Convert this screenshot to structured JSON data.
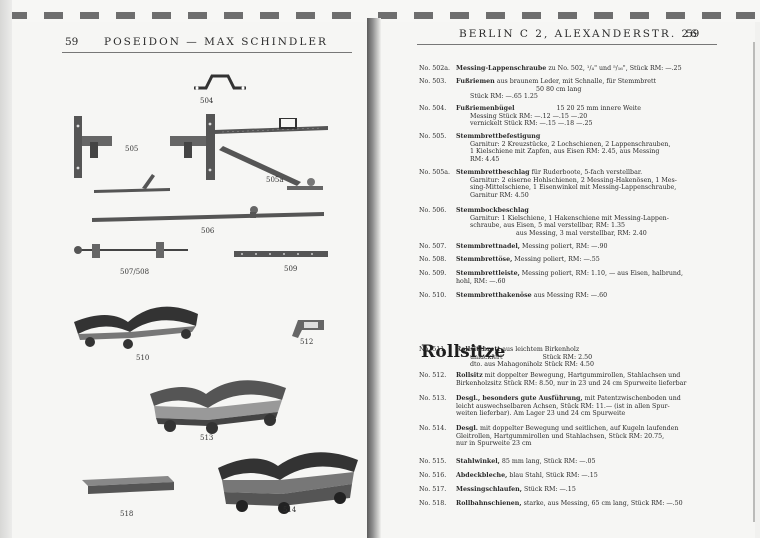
{
  "left_page": {
    "page_number": "59",
    "running_head": "POSEIDON — MAX SCHINDLER",
    "figure_labels": [
      "504",
      "505",
      "505a",
      "506",
      "507/508",
      "509",
      "510",
      "512",
      "513",
      "518",
      "514"
    ]
  },
  "right_page": {
    "running_head": "BERLIN C 2, ALEXANDERSTR. 26",
    "page_number": "59",
    "heading": "Rollsitze",
    "entries": [
      {
        "no": "No. 502a.",
        "title": "Messing-Lappenschraube",
        "lines": [
          "zu No. 502, ¹/₄\" und ⁵/₁₆\", Stück RM: —.25"
        ]
      },
      {
        "no": "No. 503.",
        "title": "Fußriemen",
        "lines": [
          "aus braunem Leder, mit Schnalle, für Stemmbrett",
          "50    80  cm lang",
          "Stück RM:  —.65   1.25"
        ]
      },
      {
        "no": "No. 504.",
        "title": "Fußriemenbügel",
        "lines": [
          "15    20    25 mm innere Weite",
          "Messing    Stück RM: —.12  —.15  —.20",
          "vernickelt  Stück RM: —.15  —.18  —.25"
        ]
      },
      {
        "no": "No. 505.",
        "title": "Stemmbrettbefestigung",
        "lines": [
          "Garnitur: 2 Kreuzstücke, 2 Lochschienen, 2 Lappenschrauben,",
          "1 Kielschiene mit Zapfen, aus Eisen RM: 2.45, aus Messing",
          "RM: 4.45"
        ]
      },
      {
        "no": "No. 505a.",
        "title": "Stemmbrettbeschlag",
        "lines": [
          "für Ruderboote, 5-fach verstellbar.",
          "Garnitur: 2 eiserne Hohlschienen, 2 Messing-Hakenösen, 1 Mes-",
          "sing-Mittelschiene, 1 Eisenwinkel mit Messing-Lappenschraube,",
          "Garnitur RM: 4.50"
        ]
      },
      {
        "no": "No. 506.",
        "title": "Stemmbockbeschlag",
        "lines": [
          "Garnitur: 1 Kielschiene, 1 Hakenschiene mit Messing-Lappen-",
          "schraube, aus Eisen, 5 mal verstellbar, RM: 1.35",
          "aus Messing, 3 mal verstellbar, RM: 2.40"
        ]
      },
      {
        "no": "No. 507.",
        "title": "Stemmbrettnadel,",
        "lines": [
          "Messing poliert, RM: —.90"
        ]
      },
      {
        "no": "No. 508.",
        "title": "Stemmbrettöse,",
        "lines": [
          "Messing poliert, RM: —.55"
        ]
      },
      {
        "no": "No. 509.",
        "title": "Stemmbrettleiste,",
        "lines": [
          "Messing poliert, RM: 1.10, — aus Eisen, halbrund,",
          "hohl, RM: —.60"
        ]
      },
      {
        "no": "No. 510.",
        "title": "Stemmbretthakenöse",
        "lines": [
          "aus Messing RM: —.60"
        ]
      },
      {
        "no": "No. 511.",
        "title": "Rollsitzbrett",
        "lines": [
          "aus leichtem Birkenholz",
          "unlackiert                    Stück RM: 2.50",
          "dto. aus Mahagoniholz Stück RM: 4.50"
        ]
      },
      {
        "no": "No. 512.",
        "title": "Rollsitz",
        "lines": [
          "mit doppelter Bewegung, Hartgummirollen, Stahlachsen und",
          "Birkenholzsitz Stück RM: 8.50, nur in 23 und 24 cm Spurweite lieferbar"
        ]
      },
      {
        "no": "No. 513.",
        "title": "Desgl., besonders gute Ausführung,",
        "lines": [
          "mit Patentzwischenboden und",
          "leicht auswechselbaren Achsen, Stück RM: 11.— (ist in allen Spur-",
          "weiten lieferbar). Am Lager 23 und 24 cm Spurweite"
        ]
      },
      {
        "no": "No. 514.",
        "title": "Desgl.",
        "lines": [
          "mit doppelter Bewegung und seitlichen, auf Kugeln laufenden",
          "Gleitrollen, Hartgummirollen und Stahlachsen, Stück RM: 20.75,",
          "nur in Spurweite 23 cm"
        ]
      },
      {
        "no": "No. 515.",
        "title": "Stahlwinkel,",
        "lines": [
          "85 mm lang, Stück RM: —.05"
        ]
      },
      {
        "no": "No. 516.",
        "title": "Abdeckbleche,",
        "lines": [
          "blau Stahl, Stück RM: —.15"
        ]
      },
      {
        "no": "No. 517.",
        "title": "Messingschlaufen,",
        "lines": [
          "Stück RM: —.15"
        ]
      },
      {
        "no": "No. 518.",
        "title": "Rollbahnschienen,",
        "lines": [
          "starke, aus Messing, 65 cm lang, Stück RM: —.50"
        ]
      }
    ]
  }
}
